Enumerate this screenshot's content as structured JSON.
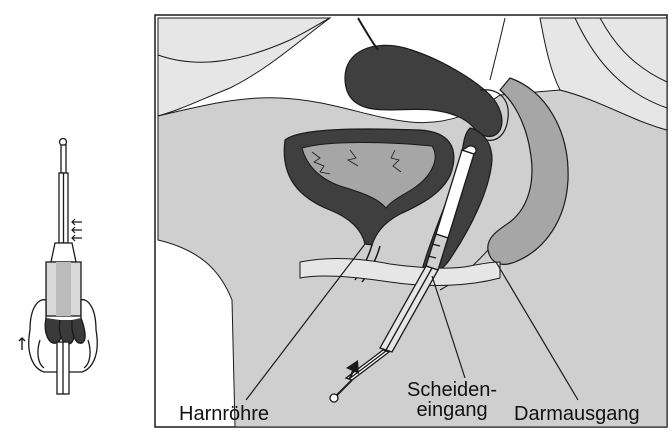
{
  "labels": {
    "urethra": "Harnröhre",
    "vaginal_entrance_line1": "Scheiden-",
    "vaginal_entrance_line2": "eingang",
    "anus": "Darmausgang"
  },
  "icons": {
    "applicator_handheld": "applicator-icon",
    "insert_arrow": "arrow-icon"
  },
  "colors": {
    "outline": "#1a1a1a",
    "organ_dark": "#3f3f3f",
    "tissue_mid": "#a6a6a6",
    "tissue_light": "#cfcfcf",
    "tissue_pale": "#e6e6e6",
    "background": "#ffffff"
  }
}
